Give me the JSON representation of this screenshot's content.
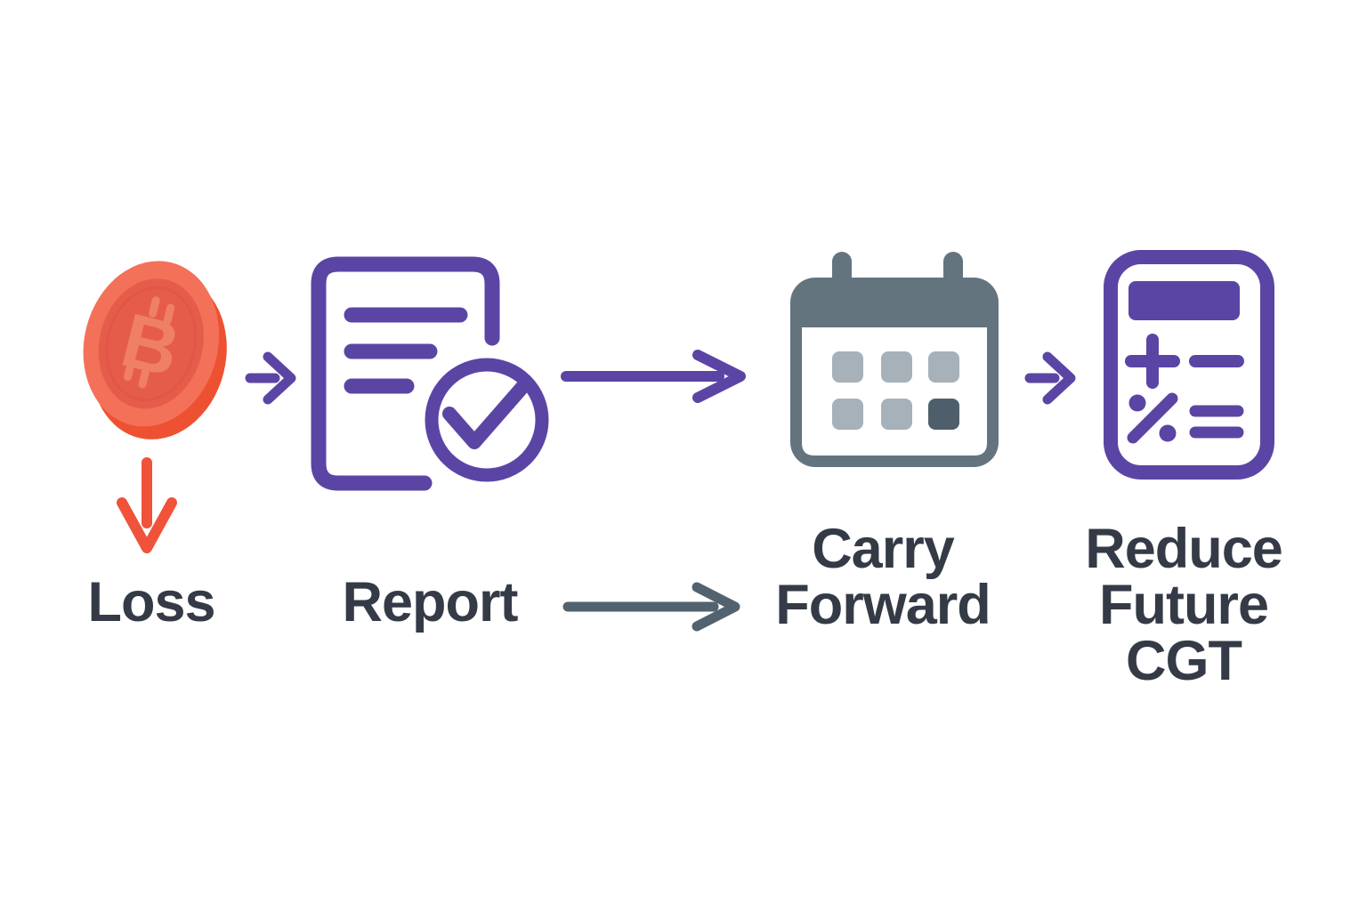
{
  "diagram": {
    "steps": [
      {
        "id": "loss",
        "icon": "bitcoin-coin-icon",
        "coin_symbol": "B",
        "lines": [
          "Loss"
        ]
      },
      {
        "id": "report",
        "icon": "document-check-icon",
        "lines": [
          "Report"
        ]
      },
      {
        "id": "carry-forward",
        "icon": "calendar-icon",
        "lines": [
          "Carry",
          "Forward"
        ]
      },
      {
        "id": "reduce-future-cgt",
        "icon": "calculator-icon",
        "lines": [
          "Reduce",
          "Future",
          "CGT"
        ]
      }
    ],
    "connectors": [
      {
        "id": "coin-to-report",
        "type": "arrow-right-short",
        "color_ref": "purple"
      },
      {
        "id": "report-to-carry",
        "type": "arrow-right-long",
        "color_ref": "purple"
      },
      {
        "id": "carry-to-reduce",
        "type": "arrow-right-short",
        "color_ref": "purple"
      },
      {
        "id": "loss-drop",
        "type": "arrow-down",
        "color_ref": "red_arrow"
      },
      {
        "id": "report-label-to-carry-label",
        "type": "arrow-right-long",
        "color_ref": "arrow_gray"
      }
    ]
  },
  "colors": {
    "purple": "#5b45a4",
    "red_arrow": "#f0523a",
    "arrow_gray": "#52626e",
    "slate": "#64747f",
    "slate_light": "#a6b1ba",
    "slate_dark": "#4e5f6b",
    "text": "#343b46",
    "background": "#ffffff",
    "coin_rim": "#f37158",
    "coin_face": "#e65c4a",
    "coin_edge": "#ee5132",
    "coin_ring": "#dc5443",
    "coin_symbol": "#ef7f65"
  }
}
